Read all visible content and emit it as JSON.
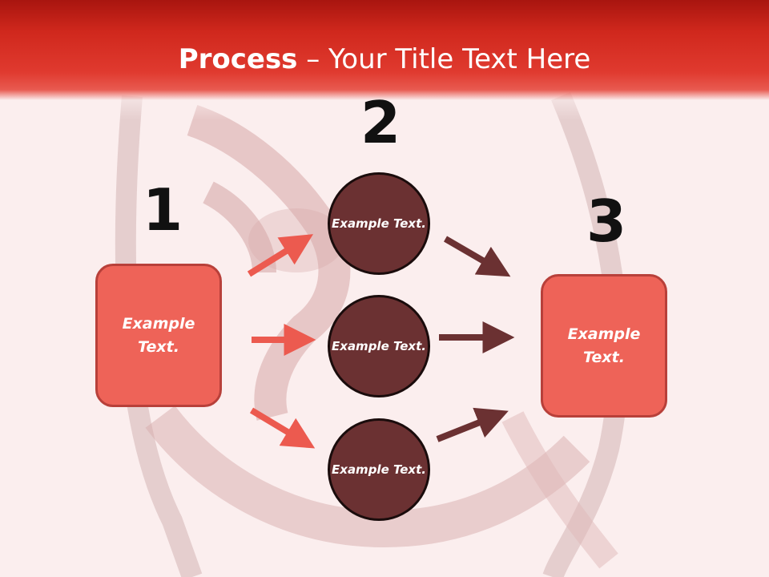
{
  "header": {
    "title_bold": "Process",
    "title_rest": " – Your Title Text Here"
  },
  "colors": {
    "header_red": "#d0281d",
    "box_fill": "#ee6358",
    "circle_fill": "#6b3132",
    "arrow_left": "#ec5a4f",
    "arrow_right": "#6b3132"
  },
  "steps": {
    "step1": {
      "number": "1",
      "text": "Example Text."
    },
    "step2": {
      "number": "2",
      "circles": [
        {
          "text": "Example Text."
        },
        {
          "text": "Example Text."
        },
        {
          "text": "Example Text."
        }
      ]
    },
    "step3": {
      "number": "3",
      "text": "Example Text."
    }
  }
}
